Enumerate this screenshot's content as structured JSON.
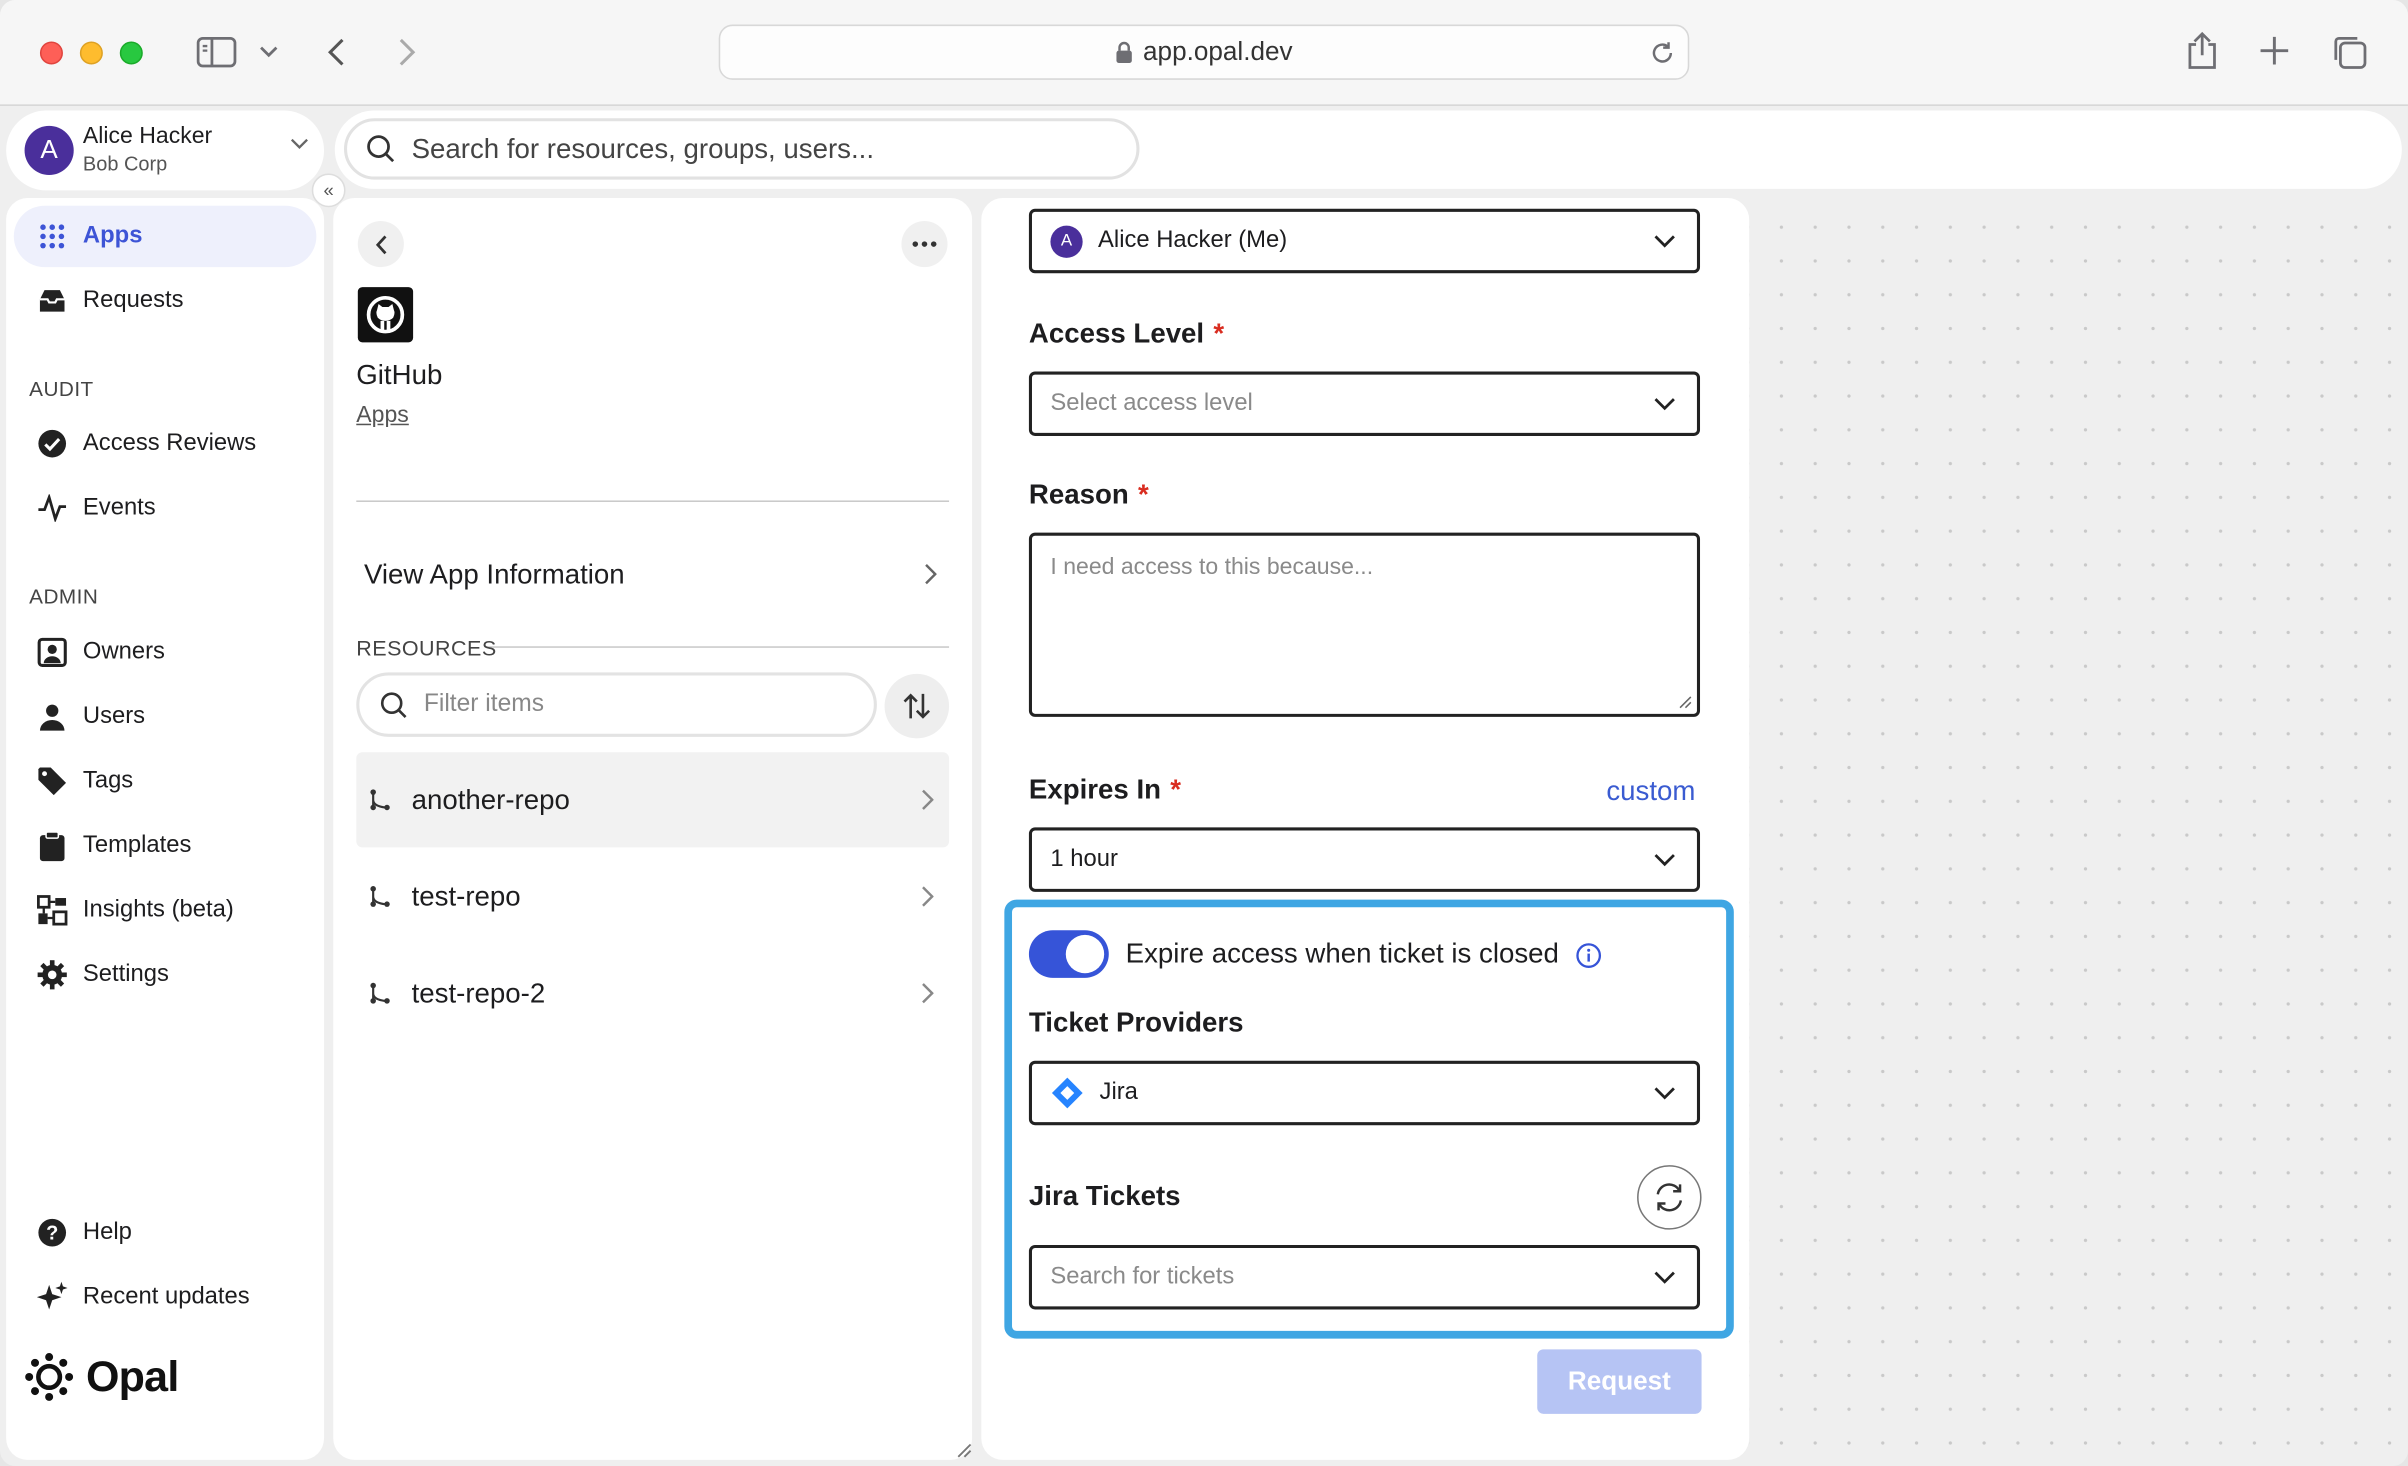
{
  "browser": {
    "url": "app.opal.dev"
  },
  "user": {
    "avatar_initial": "A",
    "name": "Alice Hacker",
    "org": "Bob Corp"
  },
  "search": {
    "placeholder": "Search for resources, groups, users..."
  },
  "sidebar": {
    "collapse_glyph": "«",
    "main_items": [
      {
        "label": "Apps",
        "icon": "grid-icon",
        "active": true
      },
      {
        "label": "Requests",
        "icon": "inbox-icon"
      }
    ],
    "audit_heading": "AUDIT",
    "audit_items": [
      {
        "label": "Access Reviews",
        "icon": "check-circle-icon"
      },
      {
        "label": "Events",
        "icon": "activity-icon"
      }
    ],
    "admin_heading": "ADMIN",
    "admin_items": [
      {
        "label": "Owners",
        "icon": "owner-icon"
      },
      {
        "label": "Users",
        "icon": "user-icon"
      },
      {
        "label": "Tags",
        "icon": "tag-icon"
      },
      {
        "label": "Templates",
        "icon": "clipboard-icon"
      },
      {
        "label": "Insights (beta)",
        "icon": "insights-icon"
      },
      {
        "label": "Settings",
        "icon": "gear-icon"
      }
    ],
    "footer_items": [
      {
        "label": "Help",
        "icon": "help-icon"
      },
      {
        "label": "Recent updates",
        "icon": "sparkle-icon"
      }
    ],
    "brand": "Opal"
  },
  "app_panel": {
    "title": "GitHub",
    "breadcrumb": "Apps",
    "view_info_label": "View App Information",
    "resources_heading": "RESOURCES",
    "filter_placeholder": "Filter items",
    "resources": [
      {
        "name": "another-repo",
        "selected": true
      },
      {
        "name": "test-repo"
      },
      {
        "name": "test-repo-2"
      }
    ]
  },
  "form": {
    "requester": "Alice Hacker (Me)",
    "requester_initial": "A",
    "access_level_label": "Access Level",
    "access_level_placeholder": "Select access level",
    "reason_label": "Reason",
    "reason_placeholder": "I need access to this because...",
    "expires_label": "Expires In",
    "custom_link": "custom",
    "expires_value": "1 hour",
    "required_mark": "*",
    "expire_on_close_label": "Expire access when ticket is closed",
    "expire_on_close_enabled": true,
    "ticket_providers_label": "Ticket Providers",
    "ticket_provider_value": "Jira",
    "jira_tickets_label": "Jira Tickets",
    "tickets_placeholder": "Search for tickets",
    "submit_label": "Request"
  },
  "colors": {
    "accent": "#3654d8",
    "highlight": "#3fa6e3",
    "required": "#d92d20",
    "submit_disabled": "#b6c4f4"
  }
}
